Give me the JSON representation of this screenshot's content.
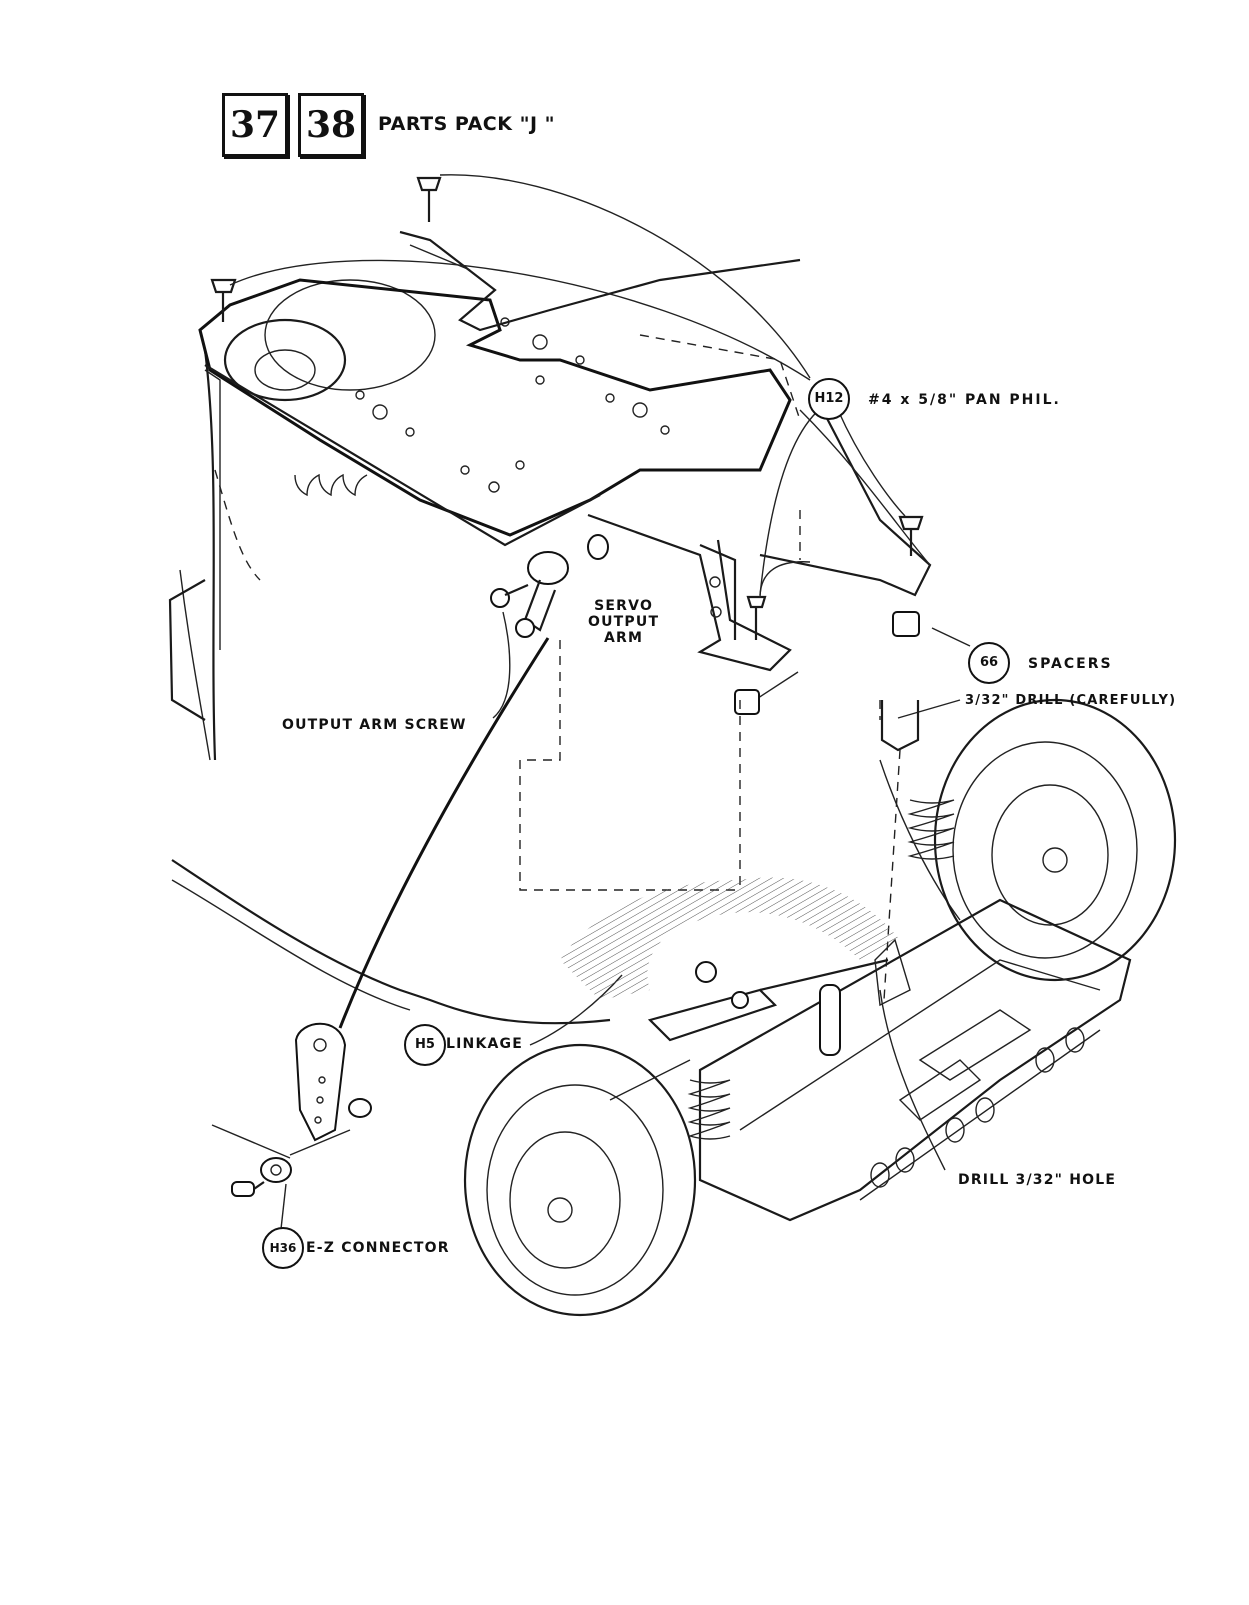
{
  "steps": [
    "37",
    "38"
  ],
  "title": "PARTS PACK \"J \"",
  "callouts": {
    "h12": {
      "code": "H12",
      "text": "#4 x 5/8\" PAN PHIL."
    },
    "n66": {
      "code": "66",
      "text": "SPACERS"
    },
    "h5": {
      "code": "H5",
      "text": "LINKAGE"
    },
    "h36": {
      "code": "H36",
      "text": "E-Z CONNECTOR"
    }
  },
  "labels": {
    "servo_line1": "SERVO",
    "servo_line2": "OUTPUT",
    "servo_line3": "ARM",
    "output_arm_screw": "OUTPUT ARM SCREW",
    "drill_carefully": "3/32\" DRILL (CAREFULLY)",
    "drill_hole": "DRILL 3/32\" HOLE"
  }
}
